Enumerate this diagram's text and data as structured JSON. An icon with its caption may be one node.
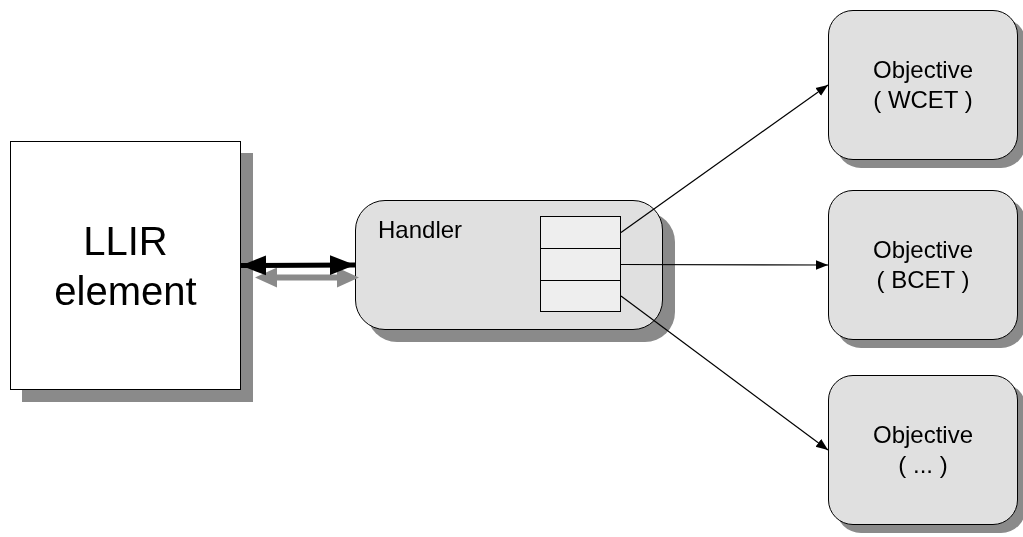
{
  "diagram": {
    "nodes": [
      {
        "text": [
          "LLIR element"
        ]
      },
      {
        "text": [
          "Handler"
        ]
      },
      {
        "text": [],
        "shape": "box",
        "in": 1
      },
      {
        "text": [],
        "shape": "box",
        "in": 1
      },
      {
        "text": [],
        "shape": "box",
        "in": 1
      },
      {
        "text": [
          "Objective ( WCET )"
        ]
      },
      {
        "text": [
          "Objective ( BCET )"
        ]
      },
      {
        "text": [
          "Objective ( ... )"
        ]
      }
    ],
    "edges": [
      {
        "from": 0,
        "to": 1,
        "arrow": "both",
        "style": "thick"
      },
      {
        "from": 2,
        "to": 5,
        "arrow": "to"
      },
      {
        "from": 3,
        "to": 6,
        "arrow": "to"
      },
      {
        "from": 4,
        "to": 7,
        "arrow": "to"
      }
    ]
  }
}
